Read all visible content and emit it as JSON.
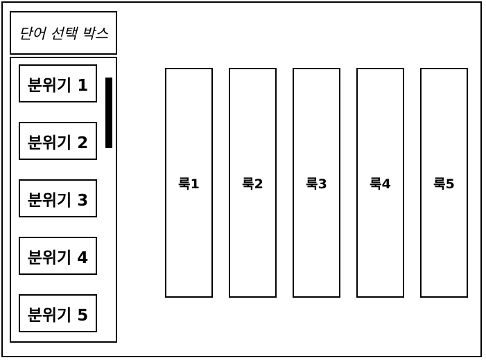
{
  "selector": {
    "title": "단어 선택 박스",
    "items": [
      "분위기 1",
      "분위기 2",
      "분위기 3",
      "분위기 4",
      "분위기 5"
    ]
  },
  "looks": [
    "룩1",
    "룩2",
    "룩3",
    "룩4",
    "룩5"
  ]
}
